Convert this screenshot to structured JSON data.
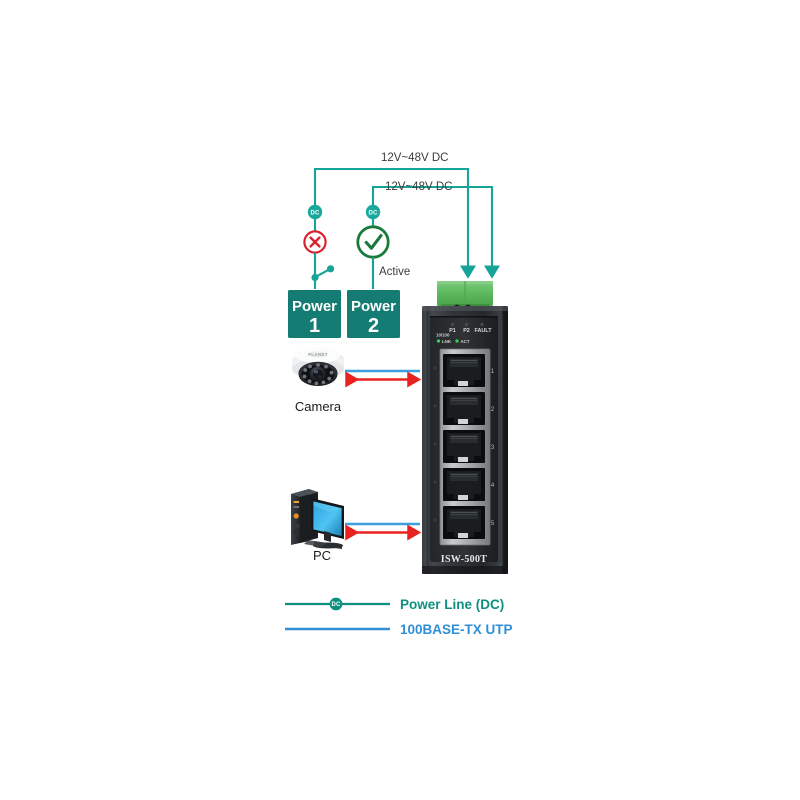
{
  "diagram": {
    "title_labels": {
      "voltage_1": "12V~48V DC",
      "voltage_2": "12V~48V DC",
      "active": "Active"
    },
    "dc_badge_text": "DC",
    "power_sources": [
      {
        "word": "Power",
        "number": "1",
        "status": "inactive",
        "status_icon": "cross-circle-icon"
      },
      {
        "word": "Power",
        "number": "2",
        "status": "active",
        "status_icon": "check-circle-icon"
      }
    ],
    "devices": [
      {
        "label": "Camera",
        "icon": "dome-camera-icon"
      },
      {
        "label": "PC",
        "icon": "desktop-computer-icon"
      }
    ],
    "switch": {
      "model": "ISW-500T",
      "led_labels_top": [
        "P1",
        "P2",
        "FAULT"
      ],
      "led_label_speed": "10/100",
      "led_labels_bottom": [
        "LNK",
        "ACT"
      ],
      "port_numbers": [
        "1",
        "2",
        "3",
        "4",
        "5"
      ],
      "port_count": 5,
      "terminal_block": "green-terminal-block"
    },
    "legend": [
      {
        "label": "Power Line (DC)",
        "color": "#0f8f7f",
        "style": "power",
        "badge": "DC"
      },
      {
        "label": "100BASE-TX UTP",
        "color": "#2f8fd6",
        "style": "utp",
        "badge": ""
      }
    ],
    "colors": {
      "teal_line": "#16a398",
      "teal_block": "#147c72",
      "red_cross": "#d8232f",
      "green_check": "#1a7a3c",
      "blue_link": "#3b9fe0",
      "red_arrow": "#e8231f",
      "terminal_green": "#5fba5f",
      "chassis_dark": "#2a2d30"
    }
  }
}
